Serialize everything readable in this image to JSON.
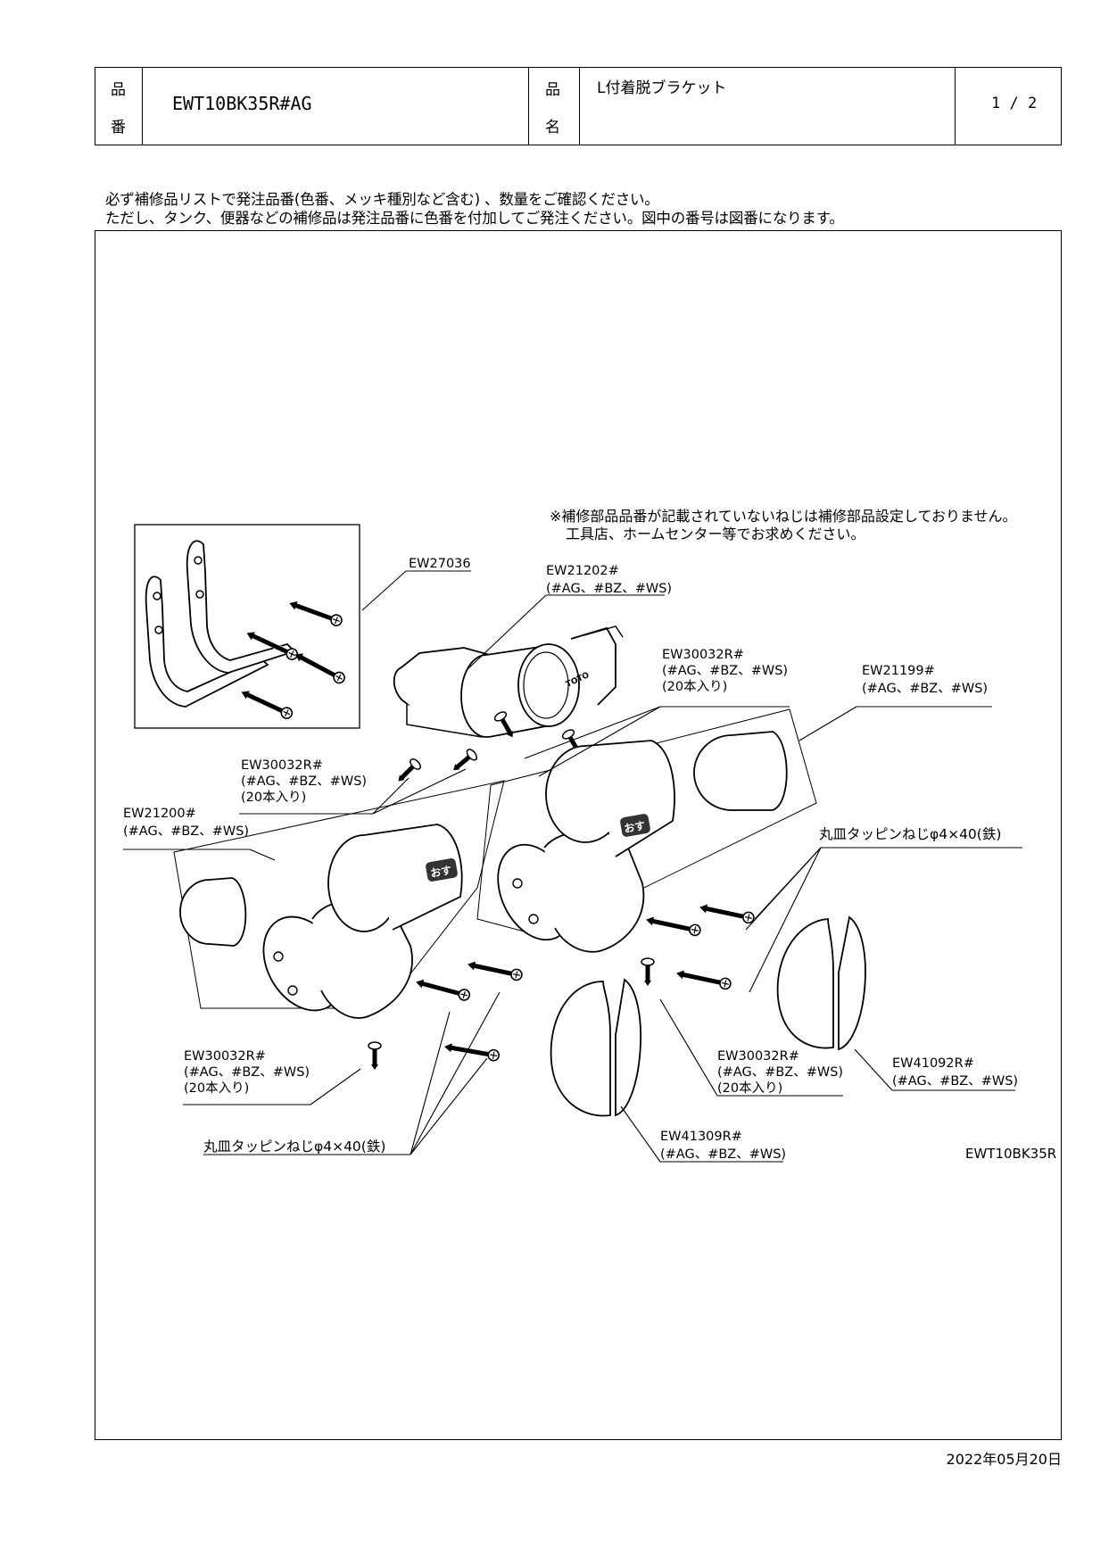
{
  "header": {
    "part_no_label_1": "品",
    "part_no_label_2": "番",
    "part_no": "EWT10BK35R#AG",
    "name_label_1": "品",
    "name_label_2": "名",
    "name": "L付着脱ブラケット",
    "page": "1 / 2"
  },
  "notes": {
    "line1": "必ず補修品リストで発注品番(色番、メッキ種別など含む) 、数量をご確認ください。",
    "line2": "ただし、タンク、便器などの補修品は発注品番に色番を付加してご発注ください。図中の番号は図番になります。"
  },
  "diagram": {
    "notice_line1": "※補修部品品番が記載されていないねじは補修部品設定しておりません。",
    "notice_line2": "工具店、ホームセンター等でお求めください。",
    "model_code": "EWT10BK35R",
    "callouts": {
      "ew27036": "EW27036",
      "ew21202": "EW21202#",
      "ew21202_colors": "(#AG、#BZ、#WS)",
      "ew30032_a": "EW30032R#",
      "ew30032_a_colors": "(#AG、#BZ、#WS)",
      "ew30032_a_qty": "(20本入り)",
      "ew21199": "EW21199#",
      "ew21199_colors": "(#AG、#BZ、#WS)",
      "ew30032_b": "EW30032R#",
      "ew30032_b_colors": "(#AG、#BZ、#WS)",
      "ew30032_b_qty": "(20本入り)",
      "ew21200": "EW21200#",
      "ew21200_colors": "(#AG、#BZ、#WS)",
      "screw_right": "丸皿タッピンねじφ4×40(鉄)",
      "ew30032_c": "EW30032R#",
      "ew30032_c_colors": "(#AG、#BZ、#WS)",
      "ew30032_c_qty": "(20本入り)",
      "ew30032_d": "EW30032R#",
      "ew30032_d_colors": "(#AG、#BZ、#WS)",
      "ew30032_d_qty": "(20本入り)",
      "ew41092": "EW41092R#",
      "ew41092_colors": "(#AG、#BZ、#WS)",
      "screw_left": "丸皿タッピンねじφ4×40(鉄)",
      "ew41309": "EW41309R#",
      "ew41309_colors": "(#AG、#BZ、#WS)"
    },
    "part_marks": {
      "toto": "TOTO",
      "osu_1": "おす",
      "osu_2": "おす"
    }
  },
  "footer": {
    "date": "2022年05月20日"
  }
}
